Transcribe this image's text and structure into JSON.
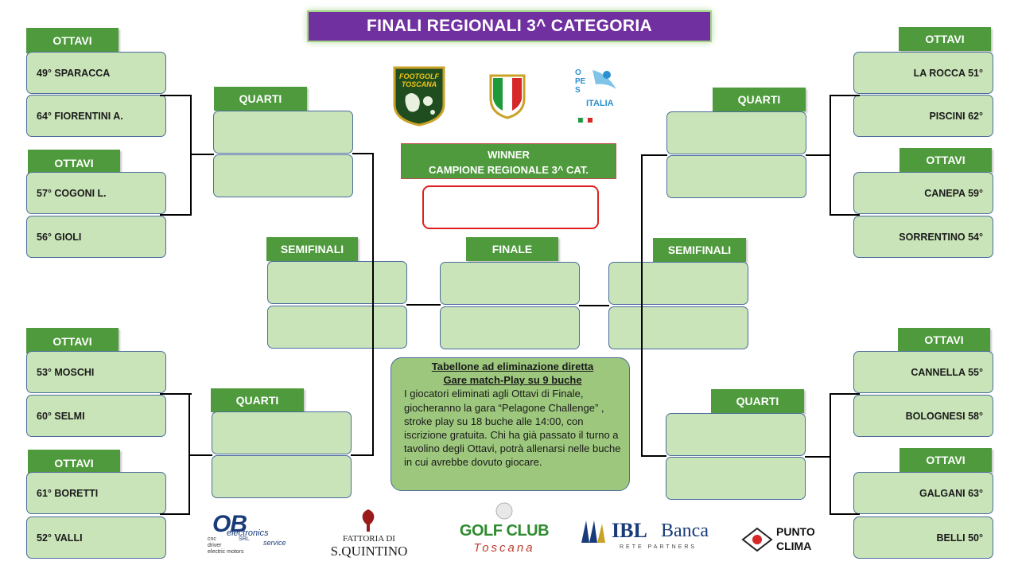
{
  "title": "FINALI REGIONALI 3^ CATEGORIA",
  "labels": {
    "ottavi": "OTTAVI",
    "quarti": "QUARTI",
    "semifinali": "SEMIFINALI",
    "finale": "FINALE"
  },
  "winner": {
    "line1": "WINNER",
    "line2": "CAMPIONE REGIONALE 3^ CAT."
  },
  "left_players": [
    "49° SPARACCA",
    "64° FIORENTINI A.",
    "57° COGONI L.",
    "56° GIOLI",
    "53° MOSCHI",
    "60° SELMI",
    "61° BORETTI",
    "52° VALLI"
  ],
  "right_players": [
    "LA ROCCA 51°",
    "PISCINI 62°",
    "CANEPA 59°",
    "SORRENTINO 54°",
    "CANNELLA 55°",
    "BOLOGNESI 58°",
    "GALGANI 63°",
    "BELLI 50°"
  ],
  "note": {
    "heading1": "Tabellone ad eliminazione diretta",
    "heading2": "Gare match-Play su 9 buche",
    "body": "I giocatori eliminati agli Ottavi di Finale, giocheranno la gara “Pelagone Challenge” , stroke play su 18 buche alle 14:00, con iscrizione gratuita. Chi ha già passato il turno a tavolino degli Ottavi, potrà allenarsi nelle buche in cui avrebbe dovuto giocare."
  },
  "logos": {
    "footgolf_line1": "FOOTGOLF",
    "footgolf_line2": "TOSCANA",
    "opes": "OPES",
    "italia": "ITALIA",
    "ob_big": "OB",
    "ob_electronics": "electronics",
    "ob_srl": "SRL",
    "ob_service": "service",
    "ob_cnc": "cnc",
    "ob_driver": "driver",
    "ob_motors": "electric motors",
    "fattoria_line1": "FATTORIA DI",
    "fattoria_line2": "S.QUINTINO",
    "golfclub_line1": "GOLF CLUB",
    "golfclub_line2": "Toscana",
    "ibl_name": "IBL",
    "ibl_banca": "Banca",
    "ibl_sub": "RETE PARTNERS",
    "punto": "PUNTO",
    "clima": "CLIMA"
  },
  "colors": {
    "title_bg": "#7030a0",
    "label_bg": "#4e9a3c",
    "slot_bg": "#c9e4b8",
    "note_bg": "#9dc77d",
    "winner_border": "#e02020"
  }
}
